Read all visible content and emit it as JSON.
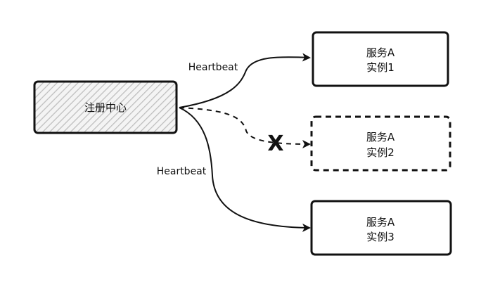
{
  "diagram": {
    "registry": {
      "label": "注册中心",
      "fill": "hatched-gray"
    },
    "instances": [
      {
        "line1": "服务A",
        "line2": "实例1",
        "status": "alive"
      },
      {
        "line1": "服务A",
        "line2": "实例2",
        "status": "down"
      },
      {
        "line1": "服务A",
        "line2": "实例3",
        "status": "alive"
      }
    ],
    "edges": [
      {
        "label": "Heartbeat",
        "target": "实例1",
        "style": "solid"
      },
      {
        "label": "",
        "target": "实例2",
        "style": "dashed",
        "marker": "X"
      },
      {
        "label": "Heartbeat",
        "target": "实例3",
        "style": "solid"
      }
    ]
  }
}
